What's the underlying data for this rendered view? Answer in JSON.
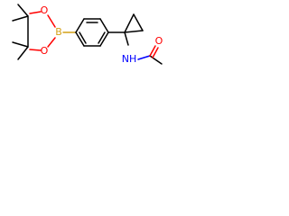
{
  "molecule": {
    "atoms": {
      "boron": "B",
      "oxygen_top": "O",
      "oxygen_bottom": "O",
      "oxygen_carbonyl": "O",
      "nitrogen": "NH"
    }
  },
  "colors": {
    "carbon_bond": "#000000",
    "oxygen": "#ff0000",
    "boron": "#d4a017",
    "nitrogen": "#0000ff"
  }
}
